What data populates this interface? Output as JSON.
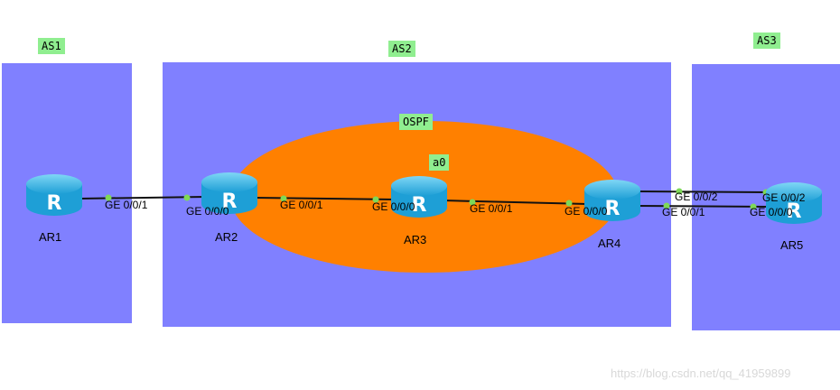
{
  "areas": {
    "as1": "AS1",
    "as2": "AS2",
    "as3": "AS3",
    "ospf": "OSPF",
    "area0": "a0"
  },
  "routers": {
    "ar1": "AR1",
    "ar2": "AR2",
    "ar3": "AR3",
    "ar4": "AR4",
    "ar5": "AR5"
  },
  "ports": {
    "ar1_g001": "GE 0/0/1",
    "ar2_g000": "GE 0/0/0",
    "ar2_g001": "GE 0/0/1",
    "ar3_g000": "GE 0/0/0",
    "ar3_g001": "GE 0/0/1",
    "ar4_g000": "GE 0/0/0",
    "ar4_g002": "GE 0/0/2",
    "ar4_g001": "GE 0/0/1",
    "ar5_g002": "GE 0/0/2",
    "ar5_g000": "GE 0/0/0"
  },
  "watermark": "https://blog.csdn.net/qq_41959899",
  "colors": {
    "as_box": "#8080ff",
    "ospf_area": "#ff8000",
    "tag_bg": "#90ee90",
    "router": "#3fb7e6",
    "port_dot": "#7ed957"
  }
}
